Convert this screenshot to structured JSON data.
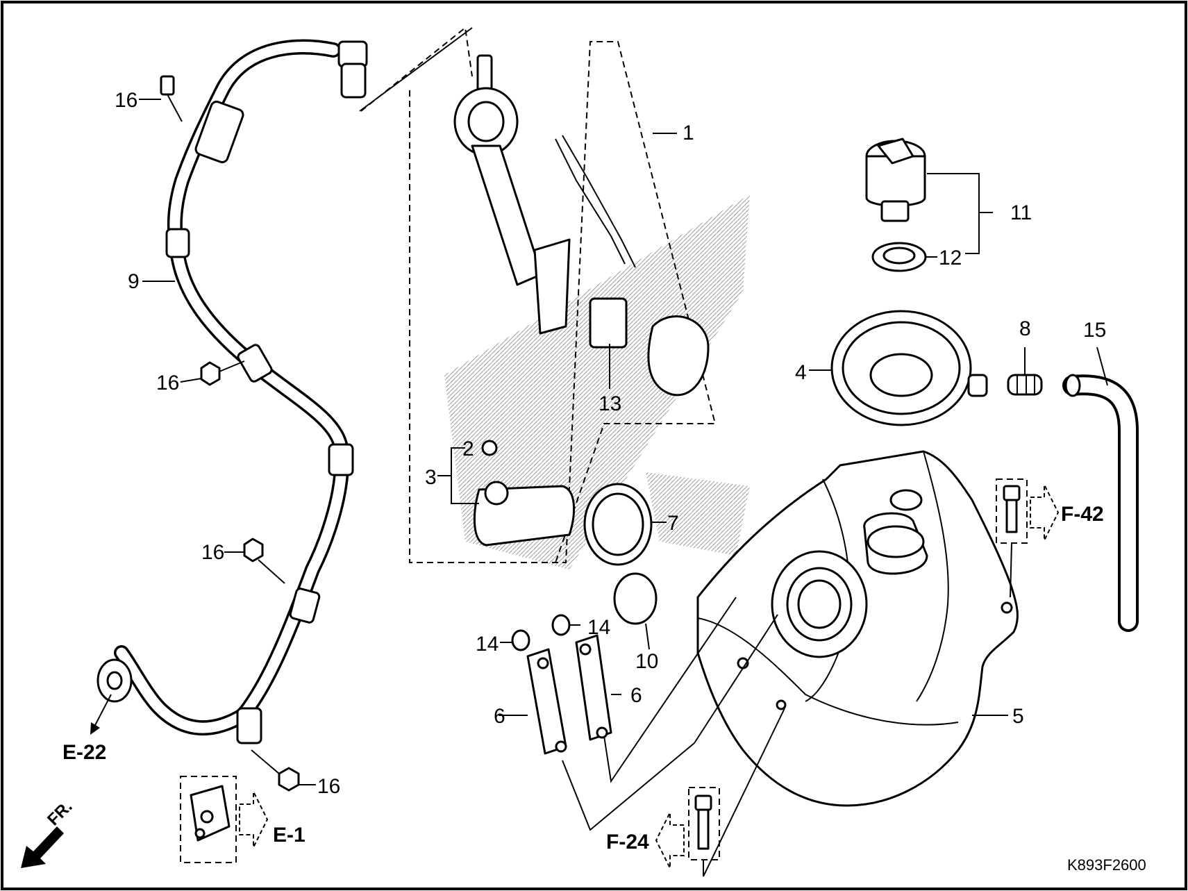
{
  "callouts": {
    "c1": "1",
    "c2": "2",
    "c3": "3",
    "c4": "4",
    "c5": "5",
    "c6a": "6",
    "c6b": "6",
    "c7": "7",
    "c8": "8",
    "c9": "9",
    "c10": "10",
    "c11": "11",
    "c12": "12",
    "c13": "13",
    "c14a": "14",
    "c14b": "14",
    "c15": "15",
    "c16a": "16",
    "c16b": "16",
    "c16c": "16",
    "c16d": "16"
  },
  "references": {
    "e22": "E-22",
    "e1": "E-1",
    "f24": "F-24",
    "f42": "F-42",
    "front": "FR."
  },
  "diagram_code": "K893F2600"
}
